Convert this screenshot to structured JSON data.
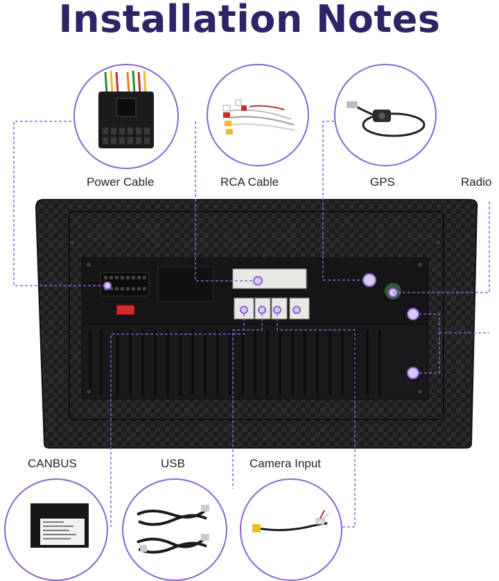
{
  "title": "Installation Notes",
  "labels": {
    "power_cable": "Power Cable",
    "rca_cable": "RCA Cable",
    "gps": "GPS",
    "radio": "Radio",
    "canbus": "CANBUS",
    "usb": "USB",
    "camera_input": "Camera Input"
  },
  "colors": {
    "title": "#2e2366",
    "accent": "#8a63d2",
    "port_marker": "#d8c8f4",
    "unit_body": "#1c1c1e"
  },
  "icons": [
    "power-cable-connector",
    "rca-cable-bundle",
    "gps-antenna",
    "canbus-decoder-box",
    "usb-cables",
    "camera-input-cable"
  ]
}
